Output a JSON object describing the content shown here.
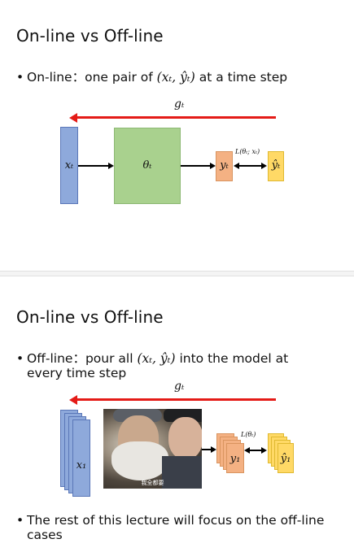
{
  "slide1": {
    "title": "On-line vs Off-line",
    "bullet": {
      "prefix": "On-line：one pair of ",
      "math": "(xₜ, ŷₜ)",
      "suffix": " at a time step"
    },
    "diagram": {
      "gradient_label": "gₜ",
      "input_label": "xₜ",
      "model_label": "θₜ",
      "output_label": "yₜ",
      "target_label": "ŷₜ",
      "loss_label": "L(θₜ; xₜ)"
    }
  },
  "slide2": {
    "title": "On-line vs Off-line",
    "bullet1": {
      "prefix": "Off-line：pour all ",
      "math": "(xₜ, ŷₜ)",
      "suffix": " into the model at",
      "line2": "every time step"
    },
    "diagram": {
      "gradient_label": "gₜ",
      "input_label": "x₁",
      "output_label": "y₁",
      "target_label": "ŷ₁",
      "loss_label": "L(θₜ)",
      "photo_caption": "我全都要"
    },
    "bullet2": {
      "line1": "The rest of this lecture will focus on the off-line",
      "line2": "cases"
    }
  },
  "colors": {
    "gradient_arrow": "#e41b17",
    "input_box": "#8ea9db",
    "model_box": "#a9d18e",
    "output_box": "#f4b183",
    "target_box": "#ffd966"
  }
}
